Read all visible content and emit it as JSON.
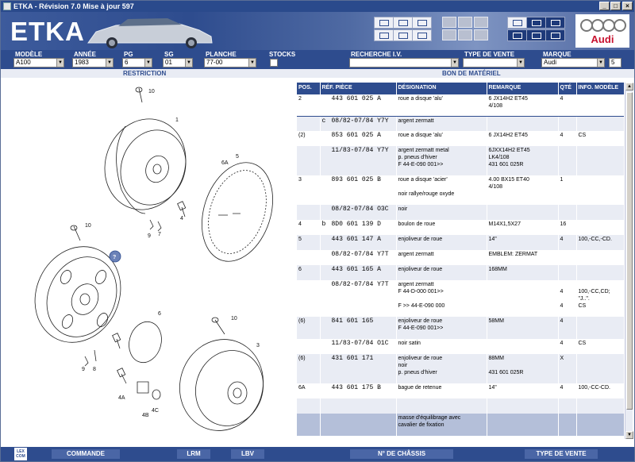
{
  "window": {
    "title": "ETKA - Révision 7.0 Mise à jour 597"
  },
  "banner": {
    "logo": "ETKA",
    "brand": "Audi"
  },
  "fields": {
    "modele": {
      "label": "MODÈLE",
      "value": "A100"
    },
    "annee": {
      "label": "ANNÉE",
      "value": "1983"
    },
    "pg": {
      "label": "PG",
      "value": "6"
    },
    "sg": {
      "label": "SG",
      "value": "01"
    },
    "planche": {
      "label": "PLANCHE",
      "value": "77-00"
    },
    "stocks": {
      "label": "STOCKS"
    },
    "recherche": {
      "label": "RECHERCHE I.V.",
      "value": ""
    },
    "type_vente": {
      "label": "TYPE DE VENTE",
      "value": ""
    },
    "marque": {
      "label": "MARQUE",
      "value": "Audi",
      "count": "5"
    }
  },
  "subheader": {
    "restriction": "RESTRICTION",
    "bon": "BON DE MATÉRIEL"
  },
  "diagram": {
    "labels": [
      "10",
      "1",
      "5",
      "6A",
      "4",
      "9",
      "7",
      "10",
      "?",
      "6",
      "10",
      "3",
      "9",
      "8",
      "4A",
      "4C",
      "4B"
    ]
  },
  "table": {
    "headers": [
      "POS.",
      "RÉF. PIÈCE",
      "DÉSIGNATION",
      "REMARQUE",
      "QTÉ",
      "INFO. MODÈLE"
    ],
    "rows": [
      {
        "pos": "2",
        "flag": "",
        "ref": "443 601 025 A",
        "des": [
          "roue a disque 'alu'"
        ],
        "rem": [
          "6  JX14H2 ET45",
          "4/108"
        ],
        "qty": [
          ""
        ],
        "info": [
          ""
        ],
        "qty1": "4"
      },
      {
        "pos": "",
        "flag": "c",
        "ref": "08/82-07/84 Y7Y",
        "des": [
          "argent zermatt"
        ],
        "rem": [
          ""
        ],
        "qty1": "",
        "info": [
          ""
        ]
      },
      {
        "pos": "(2)",
        "flag": "",
        "ref": "853 601 025 A",
        "des": [
          "roue a disque 'alu'"
        ],
        "rem": [
          "6  JX14H2 ET45"
        ],
        "qty1": "4",
        "info": [
          "CS"
        ]
      },
      {
        "pos": "",
        "flag": "",
        "ref": "11/83-07/84 Y7Y",
        "des": [
          "argent zermatt metal",
          "p. pneus d'hiver",
          "F 44-E-090 001>>"
        ],
        "rem": [
          "6JXX14H2  ET45",
          "LK4/108",
          "431 601 025R"
        ],
        "qty1": "",
        "info": [
          ""
        ]
      },
      {
        "pos": "3",
        "flag": "",
        "ref": "893 601 025 B",
        "des": [
          "roue a disque 'acier'",
          "",
          "noir rallye/rouge oxyde"
        ],
        "rem": [
          "4.00 BX15 ET40",
          "4/108"
        ],
        "qty1": "1",
        "info": [
          ""
        ]
      },
      {
        "pos": "",
        "flag": "",
        "ref": "08/82-07/84 O3C",
        "des": [
          "noir"
        ],
        "rem": [
          ""
        ],
        "qty1": "",
        "info": [
          ""
        ]
      },
      {
        "pos": "4",
        "flag": "b",
        "ref": "8D0 601 139 D",
        "des": [
          "boulon de roue"
        ],
        "rem": [
          "M14X1,5X27"
        ],
        "qty1": "16",
        "info": [
          ""
        ]
      },
      {
        "pos": "5",
        "flag": "",
        "ref": "443 601 147 A",
        "des": [
          "enjoliveur de roue"
        ],
        "rem": [
          "14\""
        ],
        "qty1": "4",
        "info": [
          "100,-CC,-CD."
        ]
      },
      {
        "pos": "",
        "flag": "",
        "ref": "08/82-07/84 Y7T",
        "des": [
          "argent zermatt"
        ],
        "rem": [
          "EMBLEM: ZERMAT"
        ],
        "qty1": "",
        "info": [
          ""
        ]
      },
      {
        "pos": "6",
        "flag": "",
        "ref": "443 601 165 A",
        "des": [
          "enjoliveur de roue"
        ],
        "rem": [
          "168MM"
        ],
        "qty1": "",
        "info": [
          ""
        ]
      },
      {
        "pos": "",
        "flag": "",
        "ref": "08/82-07/84 Y7T",
        "des": [
          "argent zermatt",
          "F 44-D-000 001>>",
          "",
          "F            >> 44-E-090 000"
        ],
        "rem": [
          ""
        ],
        "qty1": "",
        "qtylines": [
          "",
          "4",
          "",
          "4"
        ],
        "info": [
          "",
          "100,-CC,CD;",
          "\"J..\".",
          "CS"
        ]
      },
      {
        "pos": "(6)",
        "flag": "",
        "ref": "841 601 165",
        "des": [
          "enjoliveur de roue",
          "F 44-E-090 001>>"
        ],
        "rem": [
          "58MM"
        ],
        "qty1": "4",
        "info": [
          ""
        ]
      },
      {
        "pos": "",
        "flag": "",
        "ref": "11/83-07/84 O1C",
        "des": [
          "noir satin"
        ],
        "rem": [
          ""
        ],
        "qty1": "4",
        "info": [
          "CS"
        ]
      },
      {
        "pos": "(6)",
        "flag": "",
        "ref": "431 601 171",
        "des": [
          "enjoliveur de roue",
          "noir",
          "p. pneus d'hiver"
        ],
        "rem": [
          "88MM",
          "",
          "431 601 025R"
        ],
        "qty1": "X",
        "info": [
          ""
        ]
      },
      {
        "pos": "6A",
        "flag": "",
        "ref": "443 601 175 B",
        "des": [
          "bague de retenue"
        ],
        "rem": [
          "14\""
        ],
        "qty1": "4",
        "info": [
          "100,-CC-CD."
        ]
      },
      {
        "pos": "",
        "flag": "",
        "ref": "",
        "des": [
          ""
        ],
        "rem": [
          ""
        ],
        "qty1": "",
        "info": [
          ""
        ]
      },
      {
        "pos": "",
        "flag": "",
        "ref": "",
        "des": [
          "masse d'équilibrage avec",
          "cavalier de fixation"
        ],
        "rem": [
          ""
        ],
        "qty1": "",
        "info": [
          ""
        ]
      }
    ]
  },
  "footer": {
    "commande": "COMMANDE",
    "lrm": "LRM",
    "lbv": "LBV",
    "chassis": "N° DE CHÂSSIS",
    "type_vente": "TYPE DE VENTE",
    "lexcom": "LEX COM"
  }
}
